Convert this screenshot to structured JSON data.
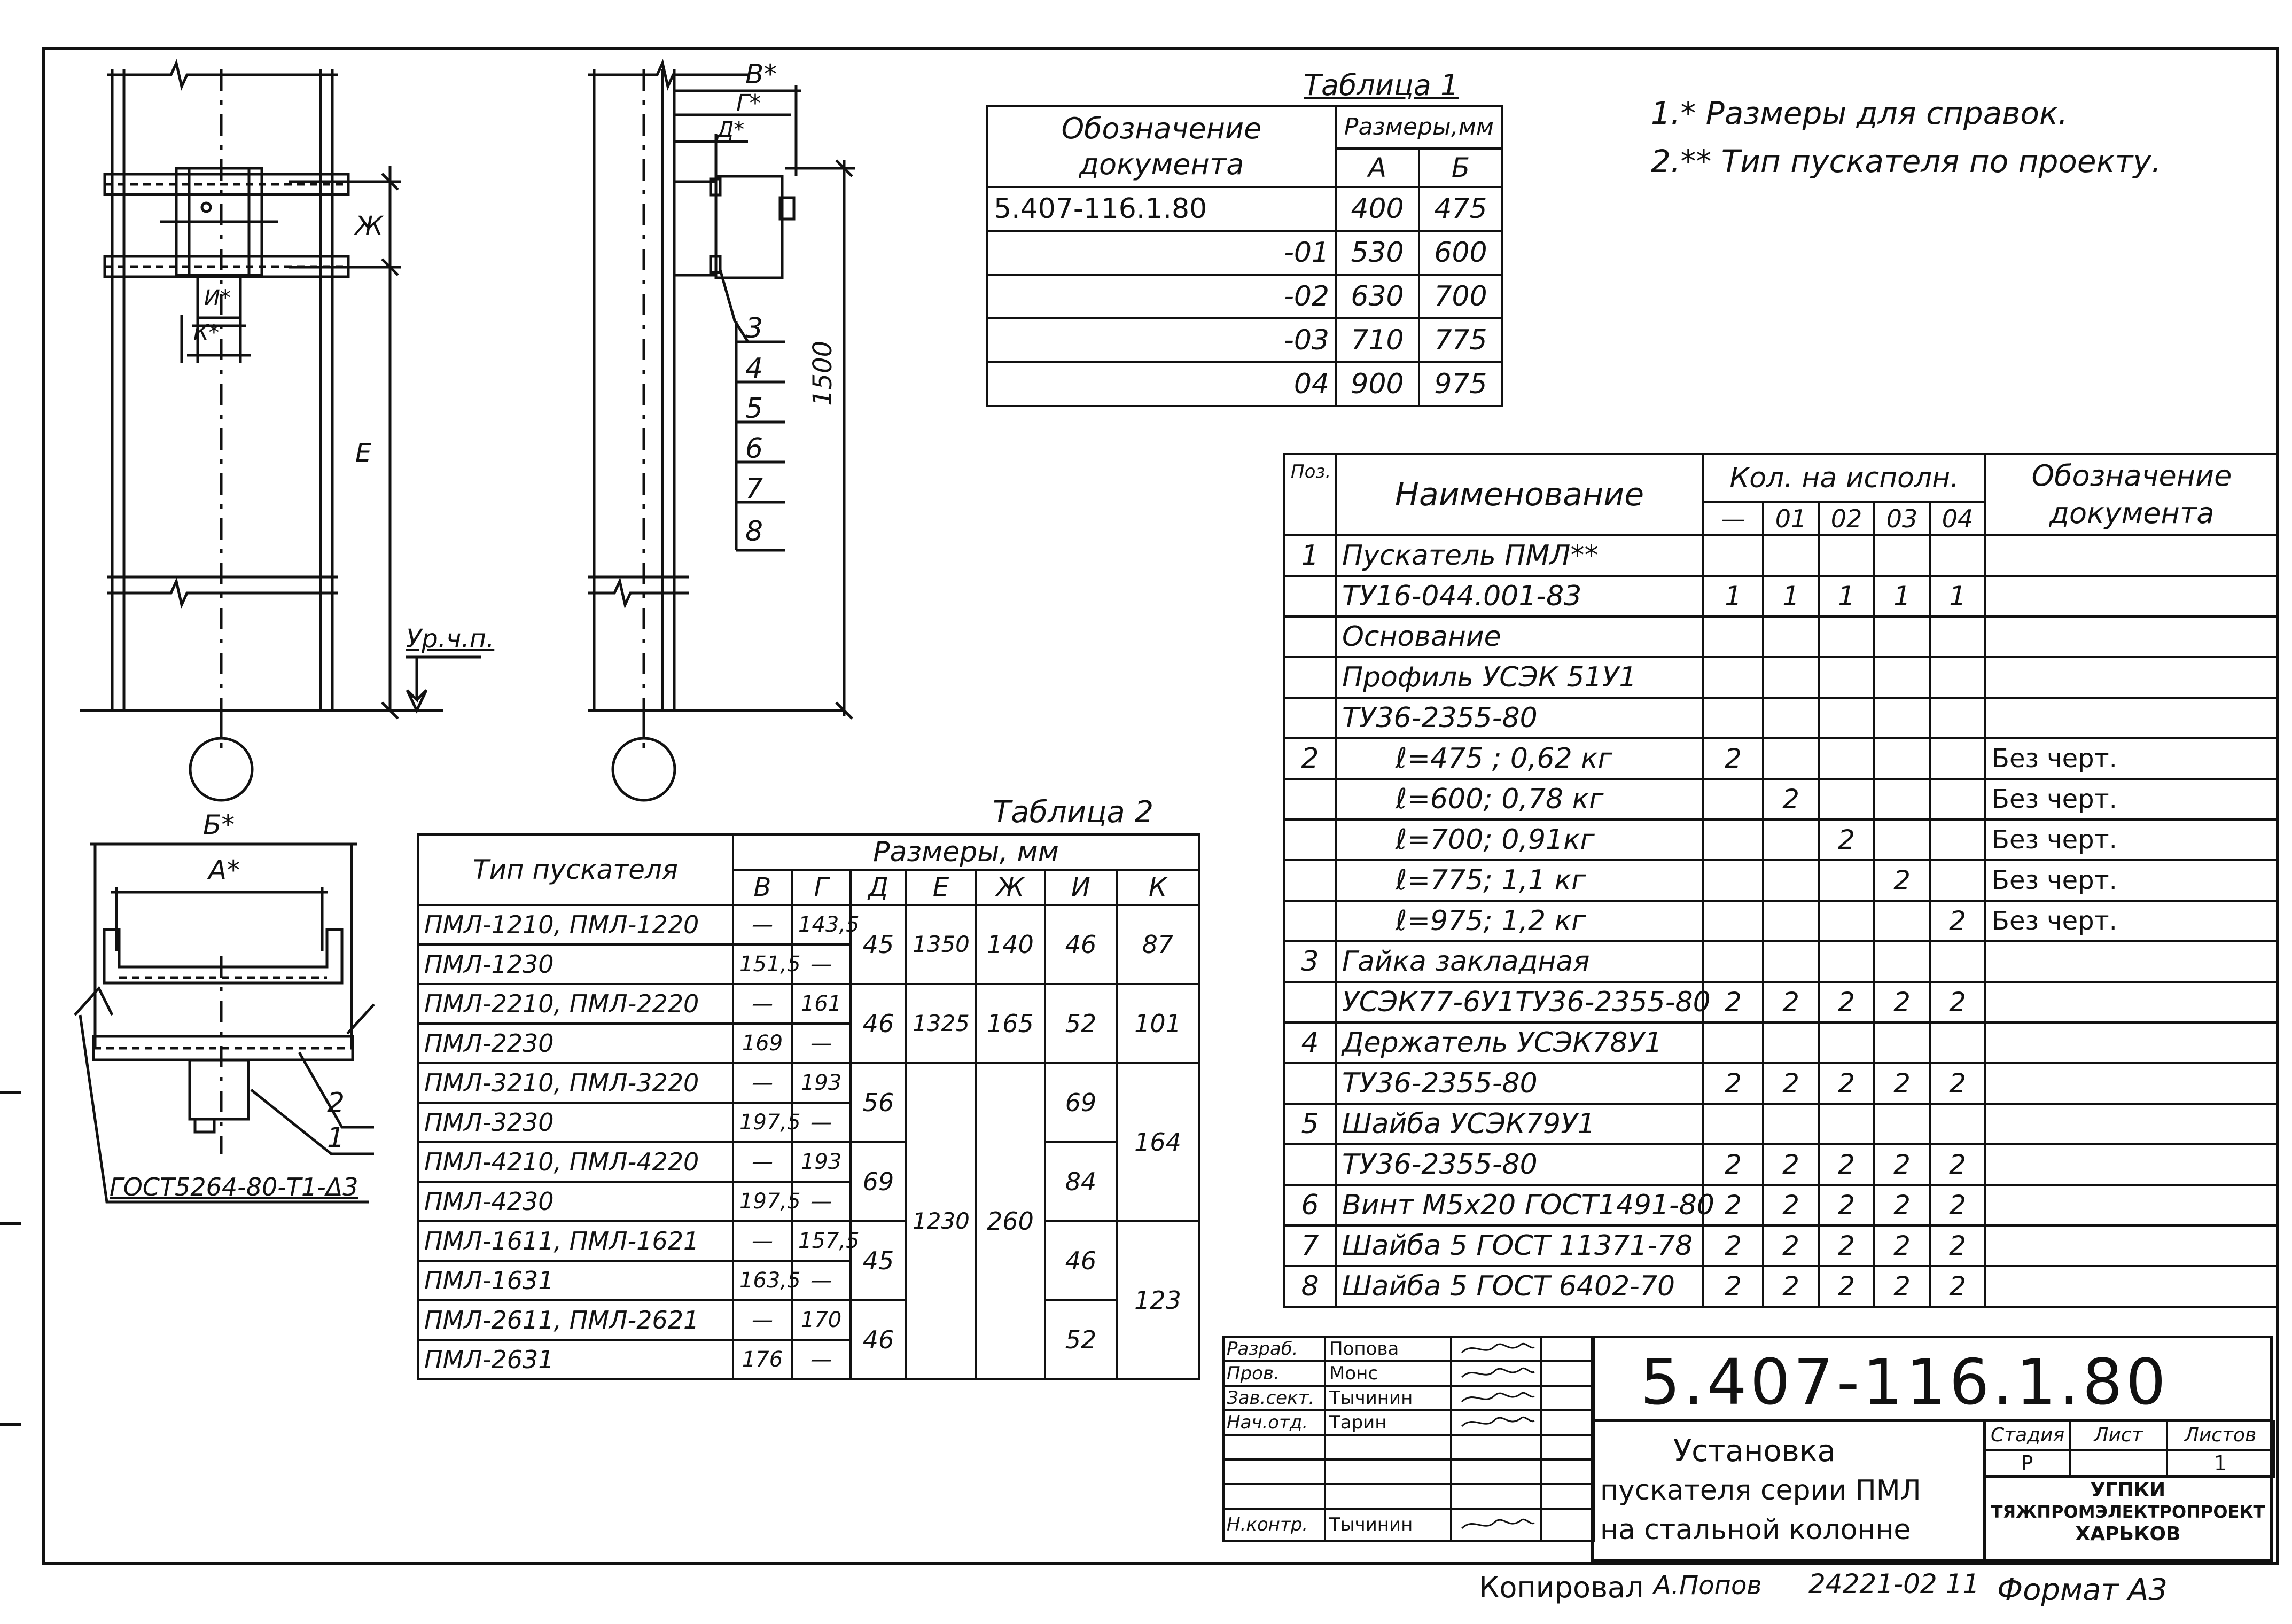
{
  "notes": {
    "n1": "1.* Размеры для справок.",
    "n2": "2.** Тип пускателя по проекту."
  },
  "table1": {
    "caption": "Таблица 1",
    "head_doc": "Обозначение документа",
    "head_sizes": "Размеры,мм",
    "col_a": "А",
    "col_b": "Б",
    "rows": [
      {
        "doc": "5.407-116.1.80",
        "a": "400",
        "b": "475"
      },
      {
        "doc": "-01",
        "a": "530",
        "b": "600"
      },
      {
        "doc": "-02",
        "a": "630",
        "b": "700"
      },
      {
        "doc": "-03",
        "a": "710",
        "b": "775"
      },
      {
        "doc": "04",
        "a": "900",
        "b": "975"
      }
    ]
  },
  "table2": {
    "caption": "Таблица 2",
    "head_type": "Тип пускателя",
    "head_sizes": "Размеры, мм",
    "cols": [
      "В",
      "Г",
      "Д",
      "Е",
      "Ж",
      "И",
      "К"
    ],
    "rows": [
      {
        "type": "ПМЛ-1210, ПМЛ-1220",
        "v": "—",
        "g": "143,5"
      },
      {
        "type": "ПМЛ-1230",
        "v": "151,5",
        "g": "—"
      },
      {
        "type": "ПМЛ-2210, ПМЛ-2220",
        "v": "—",
        "g": "161"
      },
      {
        "type": "ПМЛ-2230",
        "v": "169",
        "g": "—"
      },
      {
        "type": "ПМЛ-3210, ПМЛ-3220",
        "v": "—",
        "g": "193"
      },
      {
        "type": "ПМЛ-3230",
        "v": "197,5",
        "g": "—"
      },
      {
        "type": "ПМЛ-4210, ПМЛ-4220",
        "v": "—",
        "g": "193"
      },
      {
        "type": "ПМЛ-4230",
        "v": "197,5",
        "g": "—"
      },
      {
        "type": "ПМЛ-1611, ПМЛ-1621",
        "v": "—",
        "g": "157,5"
      },
      {
        "type": "ПМЛ-1631",
        "v": "163,5",
        "g": "—"
      },
      {
        "type": "ПМЛ-2611, ПМЛ-2621",
        "v": "—",
        "g": "170"
      },
      {
        "type": "ПМЛ-2631",
        "v": "176",
        "g": "—"
      }
    ],
    "merged": {
      "d1": "45",
      "d2": "46",
      "d3": "56",
      "d4": "69",
      "d5": "45",
      "d6": "46",
      "e1": "1350",
      "e2": "1325",
      "e3": "1230",
      "zh1": "140",
      "zh2": "165",
      "zh3": "260",
      "i1": "46",
      "i2": "52",
      "i3": "69",
      "i4": "84",
      "i5": "46",
      "i6": "52",
      "k1": "87",
      "k2": "101",
      "k3": "164",
      "k4": "123"
    }
  },
  "spec": {
    "head_pos": "Поз.",
    "head_name": "Наименование",
    "head_qty": "Кол. на исполн.",
    "head_doc": "Обозначение документа",
    "qty_cols": [
      "—",
      "01",
      "02",
      "03",
      "04"
    ],
    "rows": [
      {
        "pos": "1",
        "name": "Пускатель ПМЛ**",
        "q": [
          "",
          "",
          "",
          "",
          ""
        ],
        "doc": ""
      },
      {
        "pos": "",
        "name": "ТУ16-044.001-83",
        "q": [
          "1",
          "1",
          "1",
          "1",
          "1"
        ],
        "doc": ""
      },
      {
        "pos": "",
        "name": "Основание",
        "q": [
          "",
          "",
          "",
          "",
          ""
        ],
        "doc": ""
      },
      {
        "pos": "",
        "name": "Профиль УСЭК 51У1",
        "q": [
          "",
          "",
          "",
          "",
          ""
        ],
        "doc": ""
      },
      {
        "pos": "",
        "name": "ТУ36-2355-80",
        "q": [
          "",
          "",
          "",
          "",
          ""
        ],
        "doc": ""
      },
      {
        "pos": "2",
        "name": "ℓ=475 ; 0,62 кг",
        "q": [
          "2",
          "",
          "",
          "",
          ""
        ],
        "doc": "Без черт."
      },
      {
        "pos": "",
        "name": "ℓ=600; 0,78 кг",
        "q": [
          "",
          "2",
          "",
          "",
          ""
        ],
        "doc": "Без черт."
      },
      {
        "pos": "",
        "name": "ℓ=700; 0,91кг",
        "q": [
          "",
          "",
          "2",
          "",
          ""
        ],
        "doc": "Без черт."
      },
      {
        "pos": "",
        "name": "ℓ=775; 1,1 кг",
        "q": [
          "",
          "",
          "",
          "2",
          ""
        ],
        "doc": "Без черт."
      },
      {
        "pos": "",
        "name": "ℓ=975; 1,2 кг",
        "q": [
          "",
          "",
          "",
          "",
          "2"
        ],
        "doc": "Без черт."
      },
      {
        "pos": "3",
        "name": "Гайка закладная",
        "q": [
          "",
          "",
          "",
          "",
          ""
        ],
        "doc": ""
      },
      {
        "pos": "",
        "name": "УСЭК77-6У1ТУ36-2355-80",
        "q": [
          "2",
          "2",
          "2",
          "2",
          "2"
        ],
        "doc": ""
      },
      {
        "pos": "4",
        "name": "Держатель УСЭК78У1",
        "q": [
          "",
          "",
          "",
          "",
          ""
        ],
        "doc": ""
      },
      {
        "pos": "",
        "name": "ТУ36-2355-80",
        "q": [
          "2",
          "2",
          "2",
          "2",
          "2"
        ],
        "doc": ""
      },
      {
        "pos": "5",
        "name": "Шайба УСЭК79У1",
        "q": [
          "",
          "",
          "",
          "",
          ""
        ],
        "doc": ""
      },
      {
        "pos": "",
        "name": "ТУ36-2355-80",
        "q": [
          "2",
          "2",
          "2",
          "2",
          "2"
        ],
        "doc": ""
      },
      {
        "pos": "6",
        "name": "Винт М5х20 ГОСТ1491-80",
        "q": [
          "2",
          "2",
          "2",
          "2",
          "2"
        ],
        "doc": ""
      },
      {
        "pos": "7",
        "name": "Шайба 5 ГОСТ 11371-78",
        "q": [
          "2",
          "2",
          "2",
          "2",
          "2"
        ],
        "doc": ""
      },
      {
        "pos": "8",
        "name": "Шайба 5 ГОСТ 6402-70",
        "q": [
          "2",
          "2",
          "2",
          "2",
          "2"
        ],
        "doc": ""
      }
    ]
  },
  "titleblock": {
    "code": "5.407-116.1.80",
    "title_l1": "Установка",
    "title_l2": "пускателя серии ПМЛ",
    "title_l3": "на стальной колонне",
    "stage_h": "Стадия",
    "sheet_h": "Лист",
    "sheets_h": "Листов",
    "stage": "Р",
    "sheets": "1",
    "org1": "УГПКИ",
    "org2": "ТЯЖПРОМЭЛЕКТРОПРОЕКТ",
    "org3": "ХАРЬКОВ",
    "roles": [
      {
        "role": "Разраб.",
        "name": "Попова"
      },
      {
        "role": "Пров.",
        "name": "Монс"
      },
      {
        "role": "Зав.сект.",
        "name": "Тычинин"
      },
      {
        "role": "Нач.отд.",
        "name": "Тарин"
      },
      {
        "role": "",
        "name": ""
      },
      {
        "role": "",
        "name": ""
      },
      {
        "role": "",
        "name": ""
      },
      {
        "role": "Н.контр.",
        "name": "Тычинин"
      }
    ]
  },
  "footer": {
    "copied": "Копировал",
    "copier": "А.Попов",
    "number": "24221-02 11",
    "format": "Формат А3"
  },
  "drawing_labels": {
    "level": "Ур.ч.п.",
    "dim_E": "Е",
    "dim_Zh": "Ж",
    "dim_I": "И*",
    "dim_K": "К*",
    "dim_V": "В*",
    "dim_G": "Г*",
    "dim_D": "Д*",
    "dim_1500": "1500",
    "pos_list": [
      "3",
      "4",
      "5",
      "6",
      "7",
      "8"
    ],
    "dim_B": "Б*",
    "dim_A": "А*",
    "sec_pos2": "2",
    "sec_pos1": "1",
    "gost": "ГОСТ5264-80-Т1-Δ3"
  }
}
